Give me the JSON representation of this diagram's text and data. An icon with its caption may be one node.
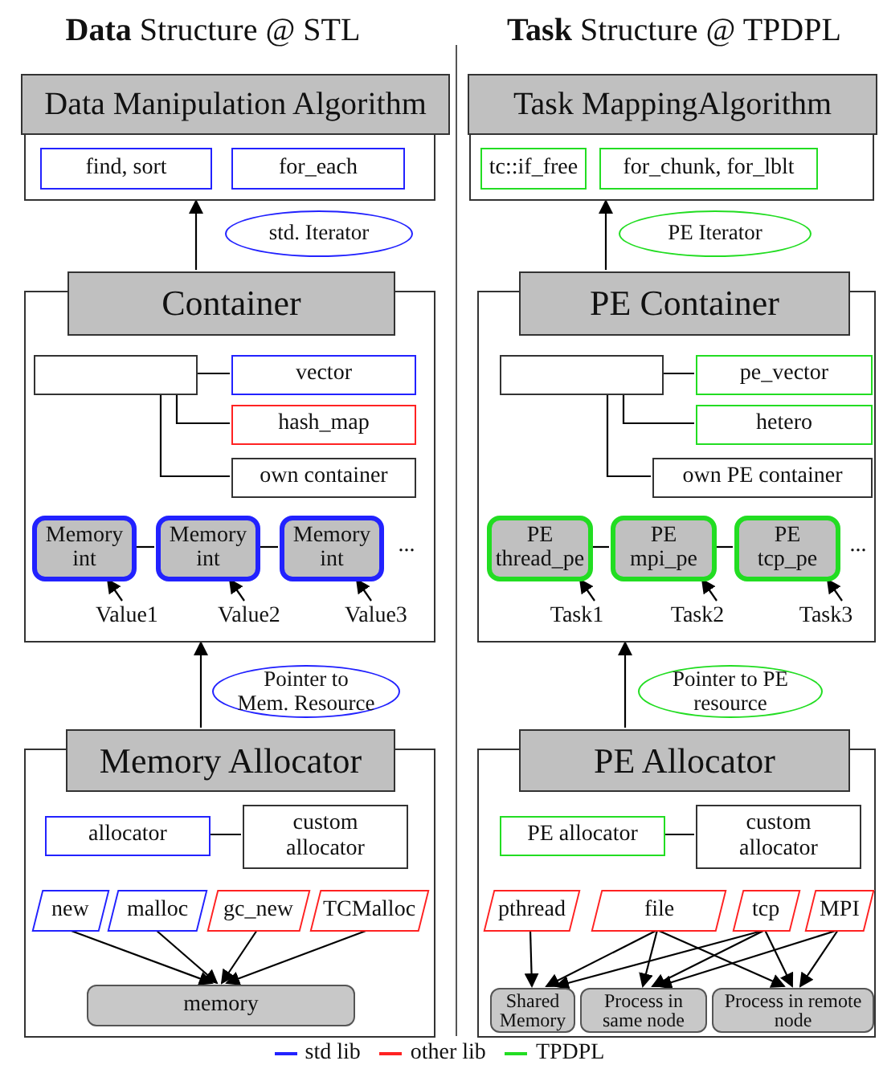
{
  "diagram": {
    "nodes": [
      {
        "text": [
          "Data Manipulation Algorithm"
        ]
      },
      {
        "text": [
          "find, sort"
        ],
        "in": 0
      },
      {
        "text": [
          "for_each"
        ],
        "in": 0
      },
      {
        "text": [
          "std. Iterator"
        ]
      },
      {
        "text": [
          "Container"
        ]
      },
      {
        "text": [],
        "shape": "box",
        "in": 4
      },
      {
        "text": [
          "vector"
        ],
        "in": 4
      },
      {
        "text": [
          "hash_map"
        ],
        "in": 4
      },
      {
        "text": [
          "own container"
        ],
        "in": 4
      },
      {
        "text": [
          "Memory int"
        ],
        "in": 4
      },
      {
        "text": [
          "Memory int"
        ],
        "in": 4
      },
      {
        "text": [
          "Memory int"
        ],
        "in": 4
      },
      {
        "text": [
          "Value1"
        ],
        "in": 4
      },
      {
        "text": [
          "Value2"
        ],
        "in": 4
      },
      {
        "text": [
          "Value3"
        ],
        "in": 4
      },
      {
        "text": [
          "Pointer to Mem. Resource"
        ]
      },
      {
        "text": [
          "Memory Allocator"
        ]
      },
      {
        "text": [
          "allocator"
        ],
        "in": 16
      },
      {
        "text": [
          "custom allocator"
        ],
        "in": 16
      },
      {
        "text": [
          "new"
        ],
        "in": 16
      },
      {
        "text": [
          "malloc"
        ],
        "in": 16
      },
      {
        "text": [
          "gc_new"
        ],
        "in": 16
      },
      {
        "text": [
          "TCMalloc"
        ],
        "in": 16
      },
      {
        "text": [
          "memory"
        ],
        "in": 16
      },
      {
        "text": [
          "Task MappingAlgorithm"
        ]
      },
      {
        "text": [
          "tc::if_free"
        ],
        "in": 24
      },
      {
        "text": [
          "for_chunk, for_lblt"
        ],
        "in": 24
      },
      {
        "text": [
          "PE Iterator"
        ]
      },
      {
        "text": [
          "PE Container"
        ]
      },
      {
        "text": [],
        "shape": "box",
        "in": 28
      },
      {
        "text": [
          "pe_vector"
        ],
        "in": 28
      },
      {
        "text": [
          "hetero"
        ],
        "in": 28
      },
      {
        "text": [
          "own PE container"
        ],
        "in": 28
      },
      {
        "text": [
          "PE thread_pe"
        ],
        "in": 28
      },
      {
        "text": [
          "PE mpi_pe"
        ],
        "in": 28
      },
      {
        "text": [
          "PE tcp_pe"
        ],
        "in": 28
      },
      {
        "text": [
          "Task1"
        ],
        "in": 28
      },
      {
        "text": [
          "Task2"
        ],
        "in": 28
      },
      {
        "text": [
          "Task3"
        ],
        "in": 28
      },
      {
        "text": [
          "Pointer to PE resource"
        ]
      },
      {
        "text": [
          "PE Allocator"
        ]
      },
      {
        "text": [
          "PE allocator"
        ],
        "in": 40
      },
      {
        "text": [
          "custom allocator"
        ],
        "in": 40
      },
      {
        "text": [
          "pthread"
        ],
        "in": 40
      },
      {
        "text": [
          "file"
        ],
        "in": 40
      },
      {
        "text": [
          "tcp"
        ],
        "in": 40
      },
      {
        "text": [
          "MPI"
        ],
        "in": 40
      },
      {
        "text": [
          "Shared Memory"
        ],
        "in": 40
      },
      {
        "text": [
          "Process in same node"
        ],
        "in": 40
      },
      {
        "text": [
          "Process in remote node"
        ],
        "in": 40
      }
    ],
    "edges": [
      {
        "from": 4,
        "to": 0,
        "arrow": "to"
      },
      {
        "from": 5,
        "to": 6,
        "arrow": "none"
      },
      {
        "from": 5,
        "to": 7,
        "arrow": "none"
      },
      {
        "from": 5,
        "to": 8,
        "arrow": "none"
      },
      {
        "from": 9,
        "to": 10,
        "arrow": "none"
      },
      {
        "from": 10,
        "to": 11,
        "arrow": "none"
      },
      {
        "from": 12,
        "to": 9,
        "arrow": "to"
      },
      {
        "from": 13,
        "to": 10,
        "arrow": "to"
      },
      {
        "from": 14,
        "to": 11,
        "arrow": "to"
      },
      {
        "from": 16,
        "to": 4,
        "arrow": "to"
      },
      {
        "from": 17,
        "to": 18,
        "arrow": "none"
      },
      {
        "from": 19,
        "to": 23,
        "arrow": "to"
      },
      {
        "from": 20,
        "to": 23,
        "arrow": "to"
      },
      {
        "from": 21,
        "to": 23,
        "arrow": "to"
      },
      {
        "from": 22,
        "to": 23,
        "arrow": "to"
      },
      {
        "from": 28,
        "to": 24,
        "arrow": "to"
      },
      {
        "from": 29,
        "to": 30,
        "arrow": "none"
      },
      {
        "from": 29,
        "to": 31,
        "arrow": "none"
      },
      {
        "from": 29,
        "to": 32,
        "arrow": "none"
      },
      {
        "from": 33,
        "to": 34,
        "arrow": "none"
      },
      {
        "from": 34,
        "to": 35,
        "arrow": "none"
      },
      {
        "from": 36,
        "to": 33,
        "arrow": "to"
      },
      {
        "from": 37,
        "to": 34,
        "arrow": "to"
      },
      {
        "from": 38,
        "to": 35,
        "arrow": "to"
      },
      {
        "from": 40,
        "to": 28,
        "arrow": "to"
      },
      {
        "from": 41,
        "to": 42,
        "arrow": "none"
      },
      {
        "from": 43,
        "to": 47,
        "arrow": "to"
      },
      {
        "from": 44,
        "to": 47,
        "arrow": "to"
      },
      {
        "from": 44,
        "to": 48,
        "arrow": "to"
      },
      {
        "from": 44,
        "to": 49,
        "arrow": "to"
      },
      {
        "from": 45,
        "to": 47,
        "arrow": "to"
      },
      {
        "from": 45,
        "to": 48,
        "arrow": "to"
      },
      {
        "from": 45,
        "to": 49,
        "arrow": "to"
      },
      {
        "from": 46,
        "to": 48,
        "arrow": "to"
      },
      {
        "from": 46,
        "to": 49,
        "arrow": "to"
      }
    ],
    "labels": [
      "**Data** Structure @ STL",
      "**Task** Structure @ TPDPL",
      "...",
      "..."
    ],
    "legend": [
      {
        "text": "std lib",
        "color": "#2222ff"
      },
      {
        "text": "other lib",
        "color": "#ff2222"
      },
      {
        "text": "TPDPL",
        "color": "#22dd22"
      }
    ]
  }
}
